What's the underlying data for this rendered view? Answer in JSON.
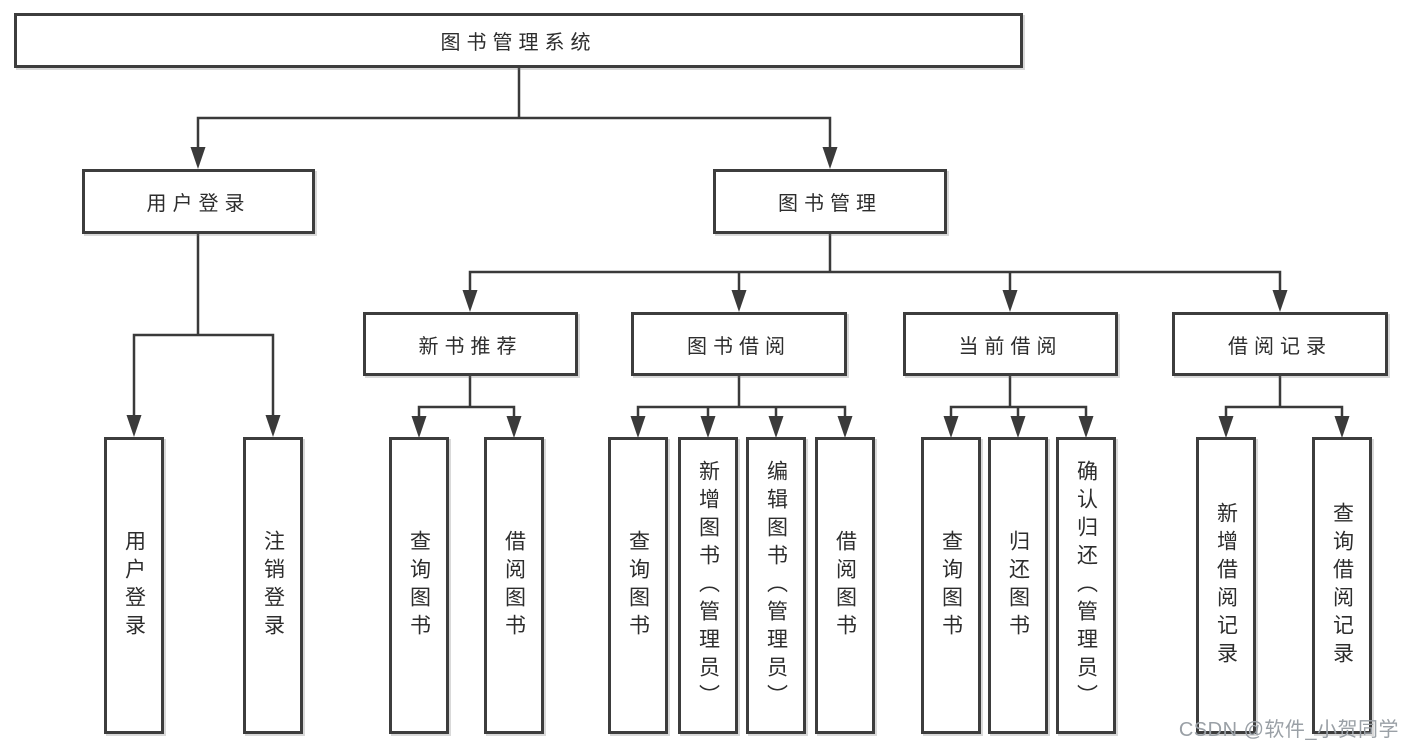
{
  "diagram": {
    "root": {
      "label": "图书管理系统"
    },
    "branches": {
      "user_login": {
        "label": "用户登录",
        "children": [
          {
            "label": "用户登录"
          },
          {
            "label": "注销登录"
          }
        ]
      },
      "book_management": {
        "label": "图书管理",
        "children": [
          {
            "label": "新书推荐",
            "children": [
              {
                "label": "查询图书"
              },
              {
                "label": "借阅图书"
              }
            ]
          },
          {
            "label": "图书借阅",
            "children": [
              {
                "label": "查询图书"
              },
              {
                "label": "新增图书（管理员）"
              },
              {
                "label": "编辑图书（管理员）"
              },
              {
                "label": "借阅图书"
              }
            ]
          },
          {
            "label": "当前借阅",
            "children": [
              {
                "label": "查询图书"
              },
              {
                "label": "归还图书"
              },
              {
                "label": "确认归还（管理员）"
              }
            ]
          },
          {
            "label": "借阅记录",
            "children": [
              {
                "label": "新增借阅记录"
              },
              {
                "label": "查询借阅记录"
              }
            ]
          }
        ]
      }
    }
  },
  "watermark": {
    "text": "CSDN @软件_小贺同学"
  },
  "colors": {
    "line": "#3a3a3a",
    "box_border": "#3d3d3d",
    "text": "#2d2d2d",
    "watermark": "#9aa0a6",
    "background": "#ffffff"
  }
}
